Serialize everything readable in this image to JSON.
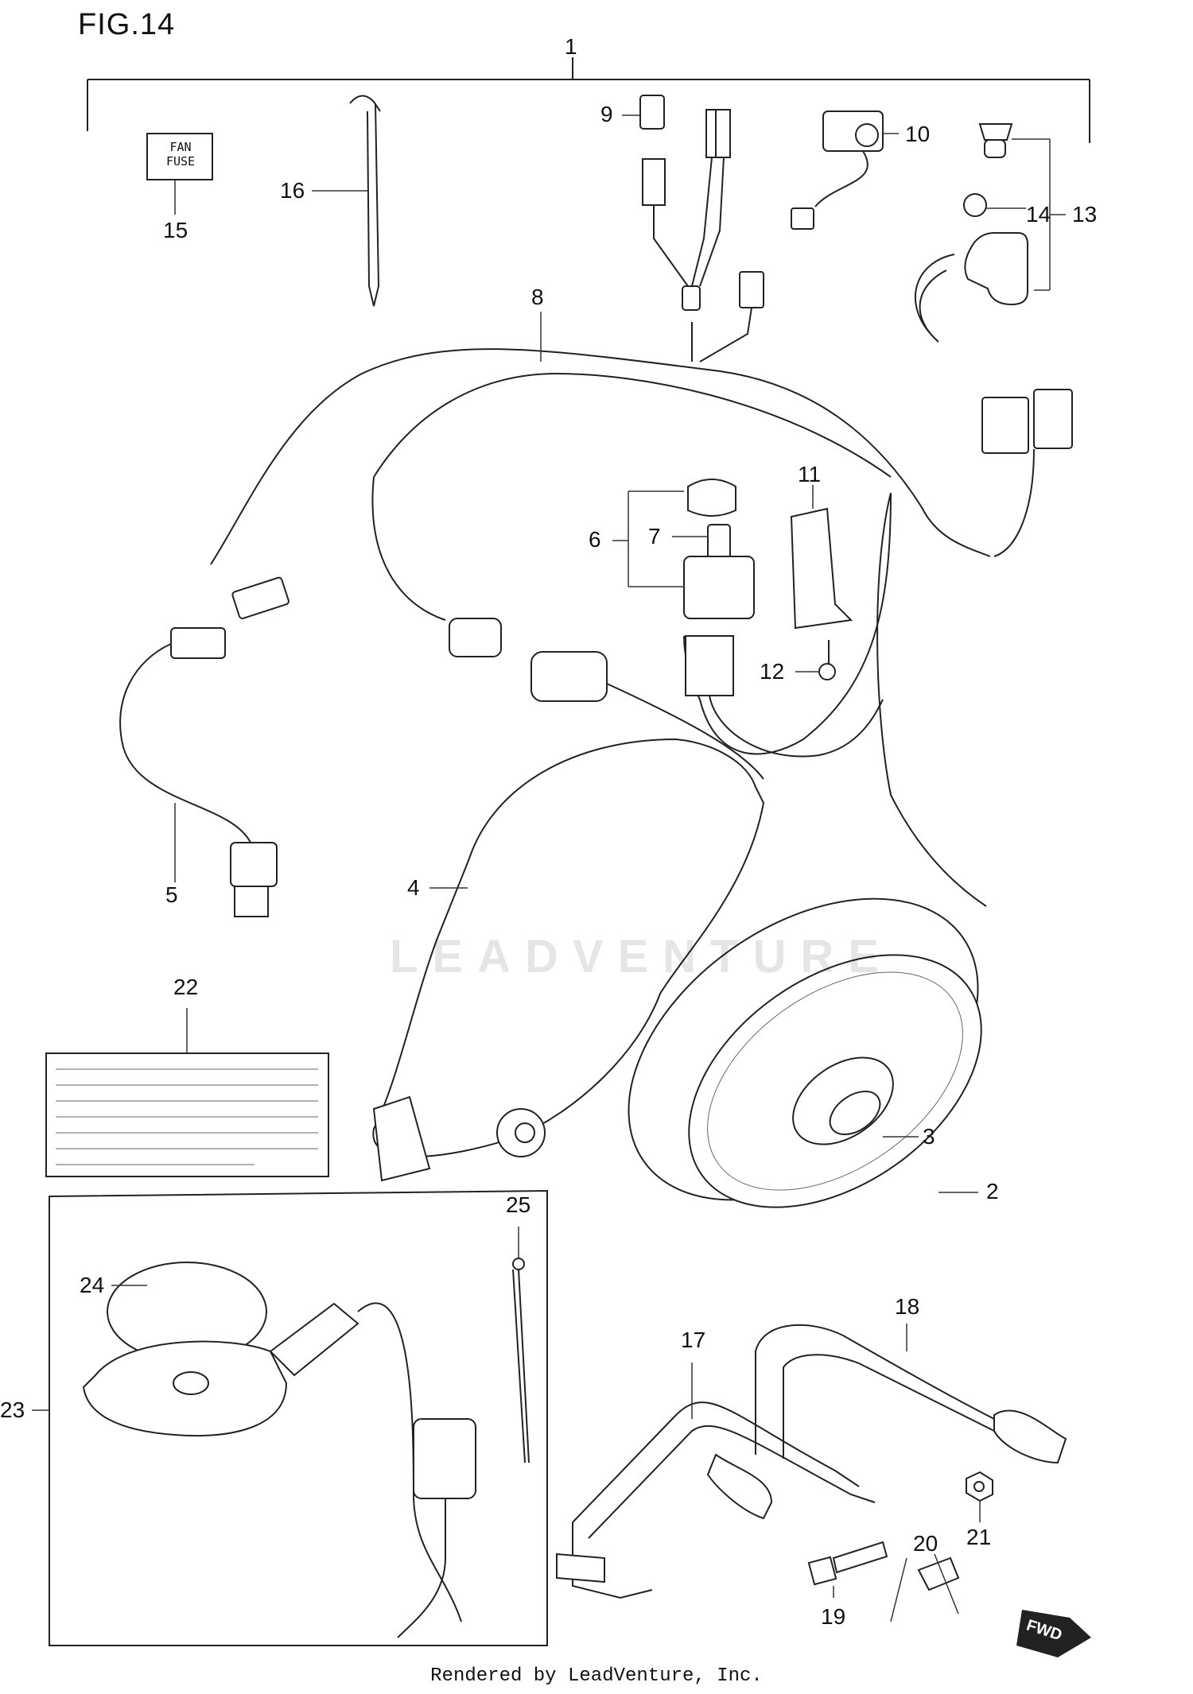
{
  "figure": {
    "title": "FIG.14"
  },
  "callouts": [
    {
      "id": "1",
      "label": "1"
    },
    {
      "id": "2",
      "label": "2"
    },
    {
      "id": "3",
      "label": "3"
    },
    {
      "id": "4",
      "label": "4"
    },
    {
      "id": "5",
      "label": "5"
    },
    {
      "id": "6",
      "label": "6"
    },
    {
      "id": "7",
      "label": "7"
    },
    {
      "id": "8",
      "label": "8"
    },
    {
      "id": "9",
      "label": "9"
    },
    {
      "id": "10",
      "label": "10"
    },
    {
      "id": "11",
      "label": "11"
    },
    {
      "id": "12",
      "label": "12"
    },
    {
      "id": "13",
      "label": "13"
    },
    {
      "id": "14",
      "label": "14"
    },
    {
      "id": "15",
      "label": "15"
    },
    {
      "id": "16",
      "label": "16"
    },
    {
      "id": "17",
      "label": "17"
    },
    {
      "id": "18",
      "label": "18"
    },
    {
      "id": "19",
      "label": "19"
    },
    {
      "id": "20",
      "label": "20"
    },
    {
      "id": "21",
      "label": "21"
    },
    {
      "id": "22",
      "label": "22"
    },
    {
      "id": "23",
      "label": "23"
    },
    {
      "id": "24",
      "label": "24"
    },
    {
      "id": "25",
      "label": "25"
    }
  ],
  "fuse_label": {
    "line1": "FAN",
    "line2": "FUSE"
  },
  "fwd_badge": "FWD",
  "watermark": "LEADVENTURE",
  "footer": "Rendered by LeadVenture, Inc."
}
